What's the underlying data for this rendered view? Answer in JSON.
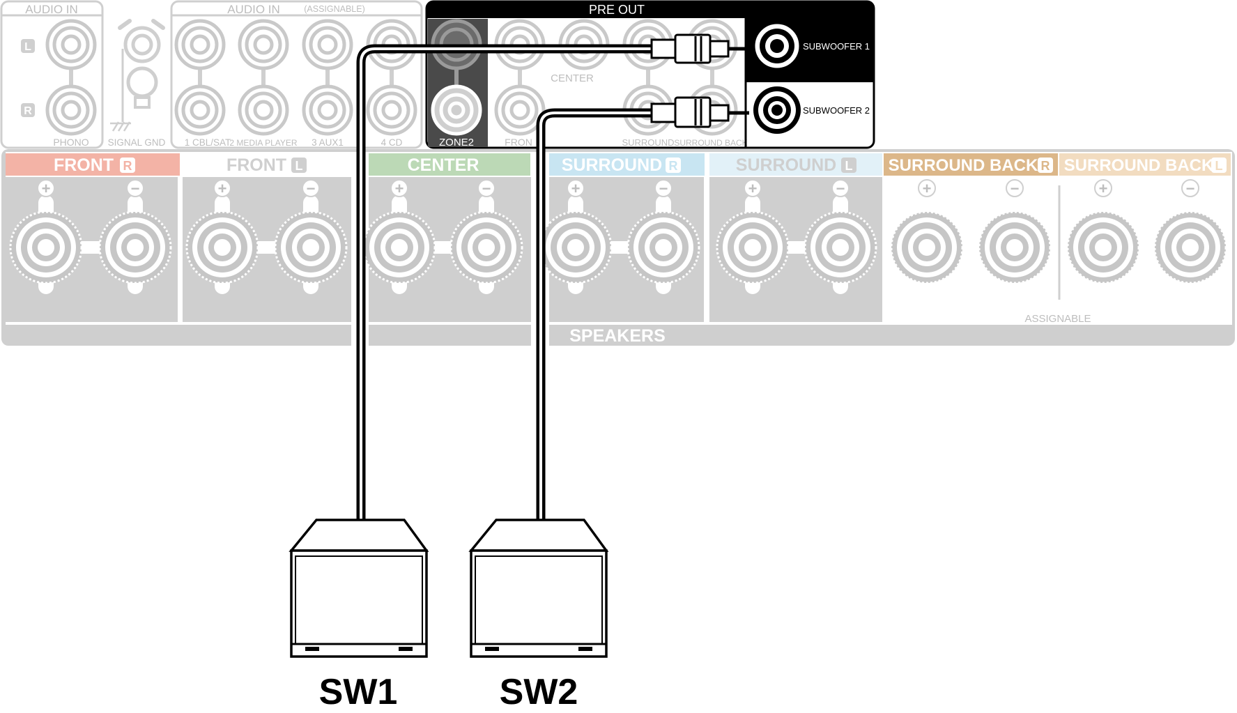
{
  "audio_in_left": {
    "title": "AUDIO IN",
    "ch_l": "L",
    "ch_r": "R",
    "label": "PHONO"
  },
  "signal_gnd": "SIGNAL GND",
  "audio_in_assignable": {
    "title": "AUDIO IN",
    "subtitle": "(ASSIGNABLE)",
    "inputs": [
      "1 CBL/SAT",
      "2 MEDIA PLAYER",
      "3 AUX1",
      "4 CD"
    ]
  },
  "pre_out": {
    "title": "PRE OUT",
    "zone2": "ZONE2",
    "front": "FRON",
    "center": "CENTER",
    "surround": "SURROUND",
    "surround_back": "SURROUND BACK",
    "subwoofer1": "SUBWOOFER 1",
    "subwoofer2": "SUBWOOFER 2"
  },
  "speakers": {
    "title": "SPEAKERS",
    "assignable": "ASSIGNABLE",
    "plus": "+",
    "minus": "−",
    "groups": [
      {
        "label": "FRONT",
        "ch": "R",
        "color": "#f3b3a6"
      },
      {
        "label": "FRONT",
        "ch": "L",
        "color": "#ffffff"
      },
      {
        "label": "CENTER",
        "ch": "",
        "color": "#bcd9b6"
      },
      {
        "label": "SURROUND",
        "ch": "R",
        "color": "#c8e5f2"
      },
      {
        "label": "SURROUND",
        "ch": "L",
        "color": "#e2f1f8"
      },
      {
        "label": "SURROUND BACK",
        "ch": "R",
        "color": "#dcb789"
      },
      {
        "label": "SURROUND BACK",
        "ch": "L",
        "color": "#f2dcc0"
      }
    ]
  },
  "subwoofers": [
    {
      "label": "SW1"
    },
    {
      "label": "SW2"
    }
  ],
  "colors": {
    "panel": "#c6c6c6",
    "panel_line": "#d9d9d9",
    "highlight": "#000000",
    "cable": "#000000"
  }
}
